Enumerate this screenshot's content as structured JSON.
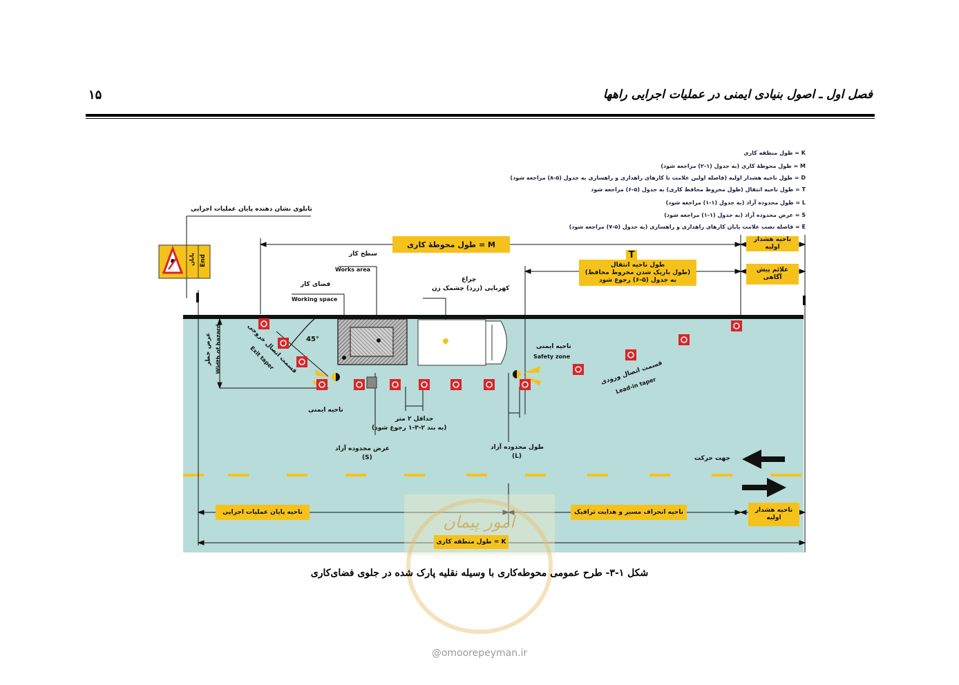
{
  "header": {
    "chapter_title": "فصل اول ـ اصول بنیادی ایمنی در عملیات اجرایی راهها",
    "page_number": "۱۵"
  },
  "legend": [
    "K = طول منطقه کاری",
    "M = طول محوطهٔ کاری (به جدول (۱-۲) مراجعه شود)",
    "D = طول ناحیه هشدار اولیه (فاصله اولین علامت تا کارهای راهداری و راهسازی به جدول (۵-۸) مراجعه شود)",
    "T = طول ناحیه انتقال (طول مخروط محافظ کاری) به جدول (۵-۶) مراجعه شود",
    "L = طول محدوده آزاد (به جدول (۱-۱) مراجعه شود)",
    "S = عرض محدوده آزاد (به جدول (۱-۱) مراجعه شود)",
    "E = فاصله نصب علامت پایان کارهای راهداری و راهسازی (به جدول (۵-۷) مراجعه شود)"
  ],
  "diagram": {
    "end_sign_caption": "تابلوی نشان دهنده پایان عملیات اجرایی",
    "sign_text_fa": "پایان",
    "sign_text_en": "End",
    "m_box": "M = طول محوطهٔ کاری",
    "t_letter": "T",
    "t_box_line1": "طول ناحیه انتقال",
    "t_box_line2": "(طول باریک شدن مخروط محافظ)",
    "t_box_line3": "به جدول (۵-۶) رجوع شود",
    "warning_zone_top": "ناحیه هشدار اولیه",
    "advance_signs": "علائم پیش آگاهی",
    "works_area_fa": "سطح کار",
    "works_area_en": "Works area",
    "working_space_fa": "فضای کار",
    "working_space_en": "Working space",
    "lamp_line1": "چراغ",
    "lamp_line2": "کهربایی (زرد) چشمک زن",
    "angle": "45°",
    "width_hazard_fa": "عرض خطر",
    "width_hazard_en": "Width of hazard",
    "exit_taper_fa": "قسمت اتصال خروجی",
    "exit_taper_en": "Exit taper",
    "safety_zone_fa": "ناحیه ایمنی",
    "safety_zone_en": "Safety zone",
    "safety_zone_left": "ناحیه ایمنی",
    "lead_in_fa": "قسمت اتصال ورودی",
    "lead_in_en": "Lead-in taper",
    "min_2m_line1": "حداقل ۲ متر",
    "min_2m_line2": "(به بند ۲-۳-۱ رجوع شود)",
    "clear_width_line1": "عرض محدوده آزاد",
    "clear_width_line2": "(S)",
    "clear_length_line1": "طول محدوده آزاد",
    "clear_length_line2": "(L)",
    "direction": "جهت حرکت",
    "end_zone_box": "ناحیه پایان عملیات اجرایی",
    "diversion_box": "ناحیه انحراف مسیر و هدایت ترافیک",
    "warning_zone_bottom": "ناحیه هشدار اولیه",
    "k_box": "K = طول منطقه کاری"
  },
  "watermark": "امور پیمان",
  "caption": "شکل ۱-۳- طرح عمومی محوطه‌کاری با وسیله نقلیه پارک شده در جلوی فضای‌کاری",
  "footer": "@omoorepeyman.ir",
  "colors": {
    "road": "#b7dcd9",
    "highlight": "#f5c21b",
    "cone": "#d7262a"
  }
}
